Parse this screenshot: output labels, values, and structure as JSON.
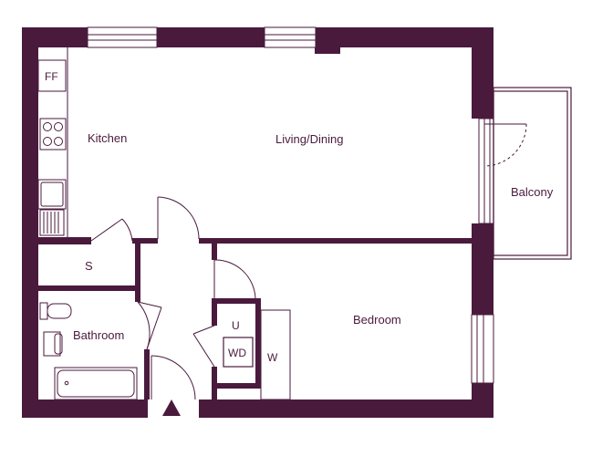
{
  "colors": {
    "wall": "#4a1a3d",
    "line": "#4a1a3d",
    "background": "#ffffff"
  },
  "rooms": {
    "kitchen": "Kitchen",
    "living_dining": "Living/Dining",
    "balcony": "Balcony",
    "storage": "S",
    "bathroom": "Bathroom",
    "bedroom": "Bedroom"
  },
  "fixtures": {
    "fridge_freezer": "FF",
    "utility": "U",
    "washer_dryer": "WD",
    "wardrobe": "W"
  },
  "icons": {
    "entrance": "entrance-arrow-icon"
  }
}
